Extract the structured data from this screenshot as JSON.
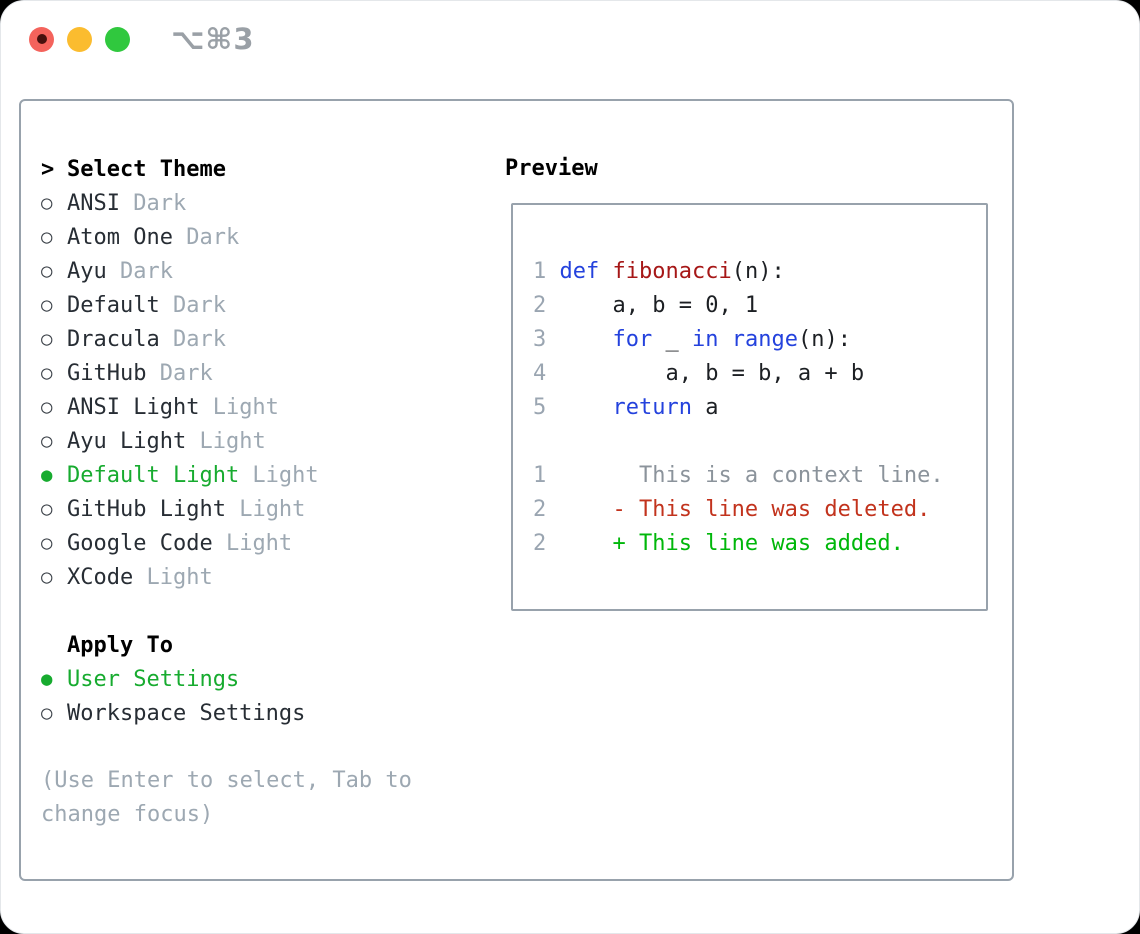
{
  "window": {
    "shortcut": "⌥⌘3",
    "traffic_lights": {
      "red": "#f4635c",
      "red_dot": "#46100d",
      "yellow": "#fbbc2f",
      "green": "#30c83e"
    }
  },
  "icons": {
    "radio_unselected": "○",
    "radio_selected": "●",
    "cursor": ">"
  },
  "colors": {
    "selection_green": "#17ab2f",
    "panel_border": "#98a2ac",
    "muted_gray": "#9da8b2",
    "keyword_blue": "#2442dd",
    "function_red": "#a61717",
    "diff_deleted": "#c2331d",
    "diff_added": "#00b70a"
  },
  "theme_picker": {
    "title": "Select Theme",
    "items": [
      {
        "label": "ANSI",
        "variant": "Dark",
        "selected": false
      },
      {
        "label": "Atom One",
        "variant": "Dark",
        "selected": false
      },
      {
        "label": "Ayu",
        "variant": "Dark",
        "selected": false
      },
      {
        "label": "Default",
        "variant": "Dark",
        "selected": false
      },
      {
        "label": "Dracula",
        "variant": "Dark",
        "selected": false
      },
      {
        "label": "GitHub",
        "variant": "Dark",
        "selected": false
      },
      {
        "label": "ANSI Light",
        "variant": "Light",
        "selected": false
      },
      {
        "label": "Ayu Light",
        "variant": "Light",
        "selected": false
      },
      {
        "label": "Default Light",
        "variant": "Light",
        "selected": true
      },
      {
        "label": "GitHub Light",
        "variant": "Light",
        "selected": false
      },
      {
        "label": "Google Code",
        "variant": "Light",
        "selected": false
      },
      {
        "label": "XCode",
        "variant": "Light",
        "selected": false
      }
    ],
    "apply_to": {
      "title": "Apply To",
      "options": [
        {
          "label": "User Settings",
          "selected": true
        },
        {
          "label": "Workspace Settings",
          "selected": false
        }
      ]
    },
    "hint": "(Use Enter to select, Tab to change focus)"
  },
  "preview": {
    "title": "Preview",
    "code_lines": [
      {
        "kind": "code",
        "tokens": [
          [
            "ln",
            "1 "
          ],
          [
            "kw",
            "def"
          ],
          [
            "pl",
            " "
          ],
          [
            "fn",
            "fibonacci"
          ],
          [
            "pl",
            "(n):"
          ]
        ]
      },
      {
        "kind": "code",
        "tokens": [
          [
            "ln",
            "2 "
          ],
          [
            "pl",
            "    a, b = 0, 1"
          ]
        ]
      },
      {
        "kind": "code",
        "tokens": [
          [
            "ln",
            "3 "
          ],
          [
            "pl",
            "    "
          ],
          [
            "kw",
            "for"
          ],
          [
            "pl",
            " _ "
          ],
          [
            "kw",
            "in"
          ],
          [
            "pl",
            " "
          ],
          [
            "kw",
            "range"
          ],
          [
            "pl",
            "(n):"
          ]
        ]
      },
      {
        "kind": "code",
        "tokens": [
          [
            "ln",
            "4 "
          ],
          [
            "pl",
            "        a, b = b, a + b"
          ]
        ]
      },
      {
        "kind": "code",
        "tokens": [
          [
            "ln",
            "5 "
          ],
          [
            "pl",
            "    "
          ],
          [
            "kw",
            "return"
          ],
          [
            "pl",
            " a"
          ]
        ]
      },
      {
        "kind": "blank",
        "tokens": []
      },
      {
        "kind": "diff-context",
        "tokens": [
          [
            "ln",
            "1 "
          ],
          [
            "ctx",
            "      This is a context line."
          ]
        ]
      },
      {
        "kind": "diff-deleted",
        "tokens": [
          [
            "ln",
            "2 "
          ],
          [
            "del",
            "    - This line was deleted."
          ]
        ]
      },
      {
        "kind": "diff-added",
        "tokens": [
          [
            "ln",
            "2 "
          ],
          [
            "add",
            "    + This line was added."
          ]
        ]
      }
    ]
  }
}
